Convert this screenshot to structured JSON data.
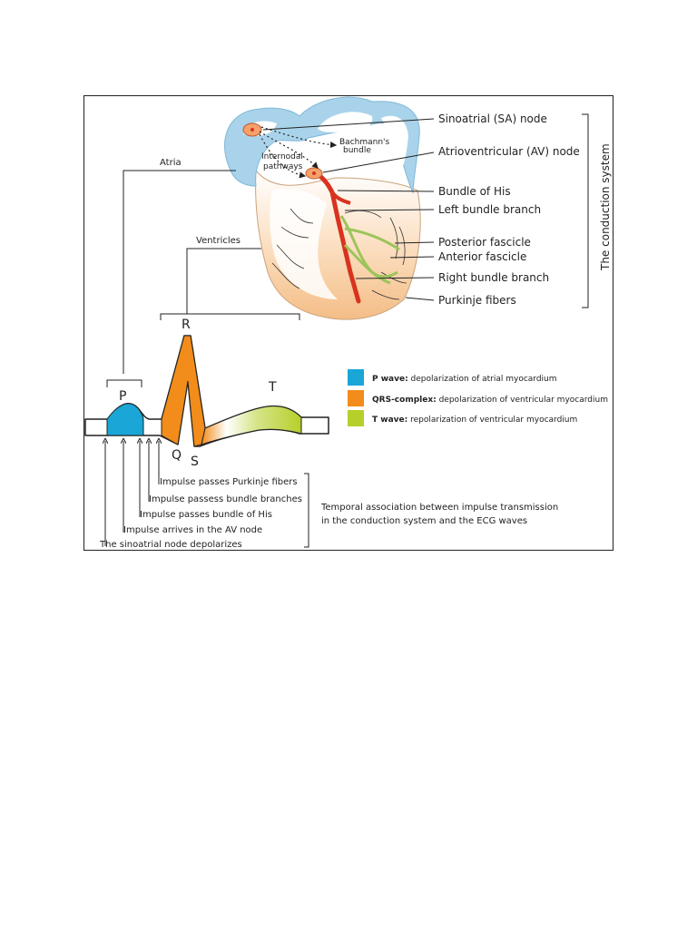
{
  "colors": {
    "p_wave": "#1aa6d6",
    "qrs": "#f28c1a",
    "t_wave": "#b7cf2a",
    "atria": "#a9d3ea",
    "ventricles": "#f7c79a",
    "bundle_red": "#d8331f",
    "fascicle_green": "#9cc45a"
  },
  "heart": {
    "labels": {
      "sa_node": "Sinoatrial (SA) node",
      "av_node": "Atrioventricular (AV) node",
      "bundle_his": "Bundle of His",
      "left_bundle": "Left bundle branch",
      "posterior_fascicle": "Posterior fascicle",
      "anterior_fascicle": "Anterior fascicle",
      "right_bundle": "Right bundle branch",
      "purkinje": "Purkinje fibers",
      "bachmann_1": "Bachmann's",
      "bachmann_2": "bundle",
      "internodal_1": "Internodal",
      "internodal_2": "pathways",
      "atria": "Atria",
      "ventricles": "Ventricles",
      "conduction_system": "The conduction system"
    }
  },
  "ecg": {
    "waves": {
      "p": "P",
      "q": "Q",
      "r": "R",
      "s": "S",
      "t": "T"
    },
    "events": [
      "Impulse passes Purkinje fibers",
      "Impulse passess bundle branches",
      "Impulse passes bundle of His",
      "Impulse arrives in the AV node",
      "The sinoatrial node depolarizes"
    ],
    "caption_1": "Temporal association between impulse transmission",
    "caption_2": "in the conduction system and the ECG waves"
  },
  "legend": [
    {
      "term": "P wave:",
      "desc": " depolarization of atrial myocardium",
      "color": "#1aa6d6"
    },
    {
      "term": "QRS-complex:",
      "desc": " depolarization of ventricular myocardium",
      "color": "#f28c1a"
    },
    {
      "term": "T wave:",
      "desc": " repolarization of ventricular myocardium",
      "color": "#b7cf2a"
    }
  ]
}
